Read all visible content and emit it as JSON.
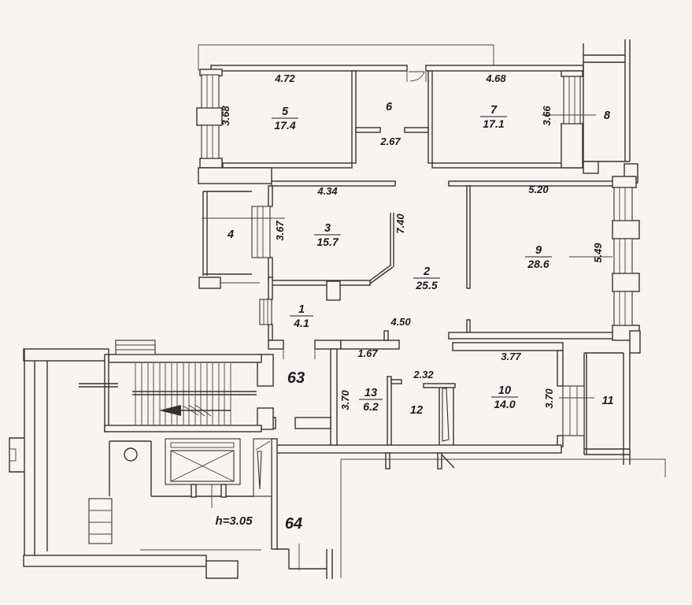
{
  "plan": {
    "rooms": {
      "r1": {
        "number": "1",
        "area": "4.1"
      },
      "r2": {
        "number": "2",
        "area": "25.5",
        "width": "4.50",
        "height": "7.40"
      },
      "r3": {
        "number": "3",
        "area": "15.7",
        "width": "4.34",
        "height": "3.67"
      },
      "r4": {
        "number": "4"
      },
      "r5": {
        "number": "5",
        "area": "17.4",
        "width": "4.72",
        "height": "3.68"
      },
      "r6": {
        "number": "6",
        "width": "2.67"
      },
      "r7": {
        "number": "7",
        "area": "17.1",
        "width": "4.68",
        "height": "3.66"
      },
      "r8": {
        "number": "8"
      },
      "r9": {
        "number": "9",
        "area": "28.6",
        "width": "5.20",
        "height": "5.49"
      },
      "r10": {
        "number": "10",
        "area": "14.0",
        "width": "3.77",
        "height": "3.70"
      },
      "r11": {
        "number": "11"
      },
      "r12": {
        "number": "12",
        "width": "2.32"
      },
      "r13": {
        "number": "13",
        "area": "6.2",
        "width": "1.67",
        "height": "3.70"
      }
    },
    "units": {
      "stair_landing": "63",
      "lobby": "64"
    },
    "ceiling_height": "h=3.05"
  }
}
